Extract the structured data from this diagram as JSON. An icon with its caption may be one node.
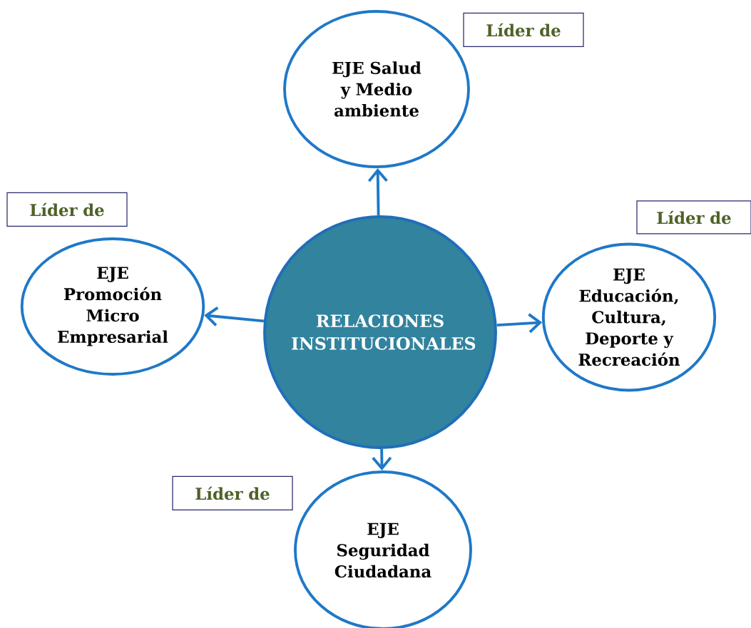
{
  "diagram": {
    "nodes": [
      {
        "text": [
          "Líder de"
        ]
      },
      {
        "text": [
          "EJE Salud y Medio ambiente"
        ]
      },
      {
        "text": [
          "Líder de"
        ]
      },
      {
        "text": [
          "Líder de"
        ]
      },
      {
        "text": [
          "RELACIONES INSTITUCIONALES"
        ]
      },
      {
        "text": [
          "EJE Promoción Micro Empresarial"
        ]
      },
      {
        "text": [
          "EJE Educación, Cultura, Deporte y Recreación"
        ]
      },
      {
        "text": [
          "Líder de"
        ]
      },
      {
        "text": [
          "EJE Seguridad Ciudadana"
        ]
      }
    ],
    "edges": [
      {
        "from": 4,
        "to": 1,
        "arrow": "to"
      },
      {
        "from": 4,
        "to": 5,
        "arrow": "to"
      },
      {
        "from": 4,
        "to": 6,
        "arrow": "to"
      },
      {
        "from": 4,
        "to": 8,
        "arrow": "to"
      }
    ]
  }
}
